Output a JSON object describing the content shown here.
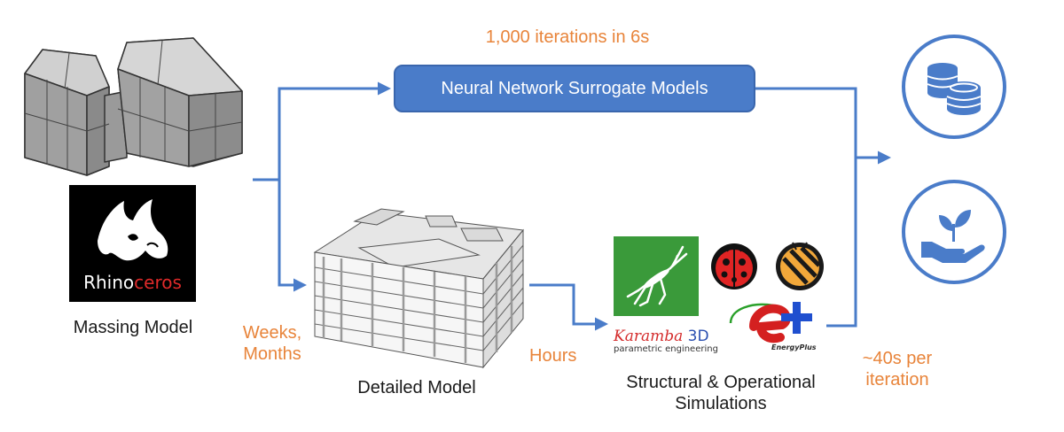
{
  "top_note": "1,000 iterations in 6s",
  "nn_box_label": "Neural Network Surrogate Models",
  "rhino": {
    "name_part1": "Rhino",
    "name_part2": "ceros"
  },
  "massing_label": "Massing Model",
  "weeks_line1": "Weeks,",
  "weeks_line2": "Months",
  "detailed_label": "Detailed Model",
  "hours_label": "Hours",
  "karamba": {
    "name": "Karamba",
    "name_suffix": "3D",
    "subtitle": "parametric engineering"
  },
  "energyplus_label": "EnergyPlus",
  "sim_line1": "Structural & Operational",
  "sim_line2": "Simulations",
  "iter_line1": "~40s per",
  "iter_line2": "iteration",
  "icons": [
    "coins-icon",
    "hand-plant-icon",
    "grasshopper-icon",
    "ladybug-icon",
    "honeybee-icon",
    "energyplus-icon"
  ],
  "colors": {
    "arrow": "#4a7cc9",
    "orange": "#e8843a",
    "box": "#4a7cc9"
  }
}
